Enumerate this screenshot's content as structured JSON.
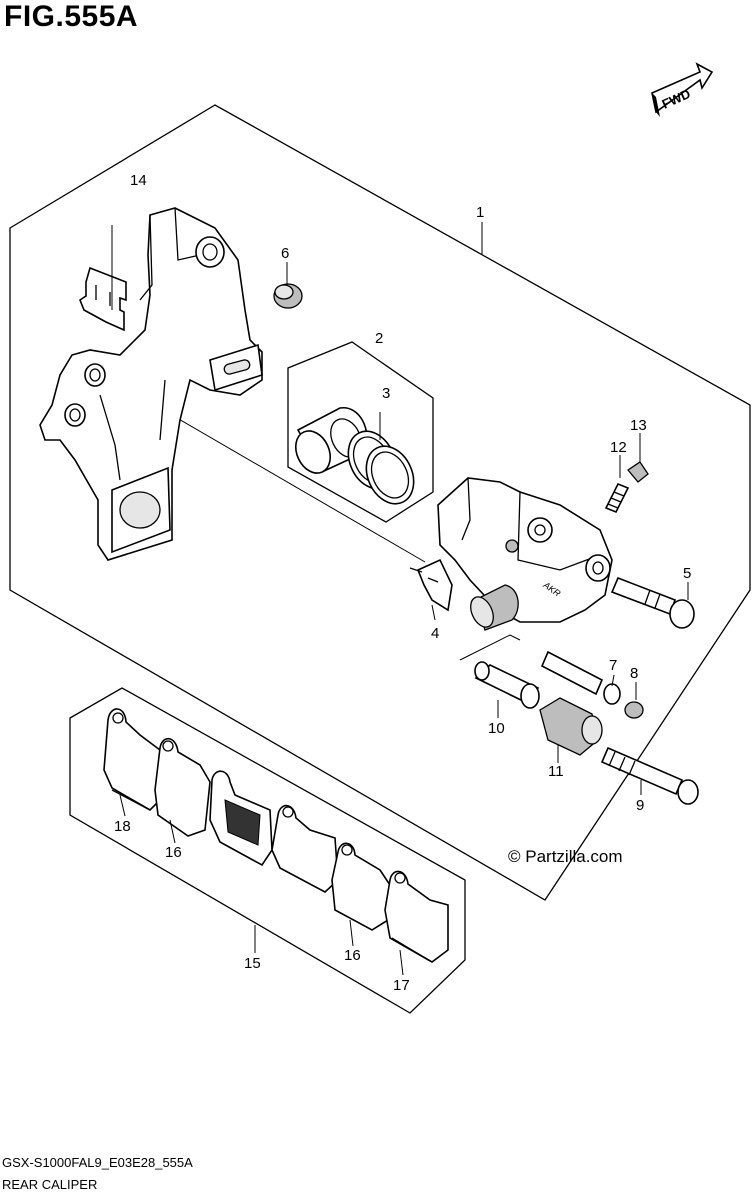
{
  "figure": {
    "title": "FIG.555A",
    "fwd_label": "FWD",
    "watermark": "© Partzilla.com",
    "footer_code": "GSX-S1000FAL9_E03E28_555A",
    "footer_name": "REAR CALIPER"
  },
  "callouts": [
    {
      "id": "c1",
      "label": "1"
    },
    {
      "id": "c2",
      "label": "2"
    },
    {
      "id": "c3",
      "label": "3"
    },
    {
      "id": "c4",
      "label": "4"
    },
    {
      "id": "c5",
      "label": "5"
    },
    {
      "id": "c6",
      "label": "6"
    },
    {
      "id": "c7",
      "label": "7"
    },
    {
      "id": "c8",
      "label": "8"
    },
    {
      "id": "c9",
      "label": "9"
    },
    {
      "id": "c10",
      "label": "10"
    },
    {
      "id": "c11",
      "label": "11"
    },
    {
      "id": "c12",
      "label": "12"
    },
    {
      "id": "c13",
      "label": "13"
    },
    {
      "id": "c14",
      "label": "14"
    },
    {
      "id": "c15",
      "label": "15"
    },
    {
      "id": "c16a",
      "label": "16"
    },
    {
      "id": "c16b",
      "label": "16"
    },
    {
      "id": "c17",
      "label": "17"
    },
    {
      "id": "c18",
      "label": "18"
    }
  ]
}
